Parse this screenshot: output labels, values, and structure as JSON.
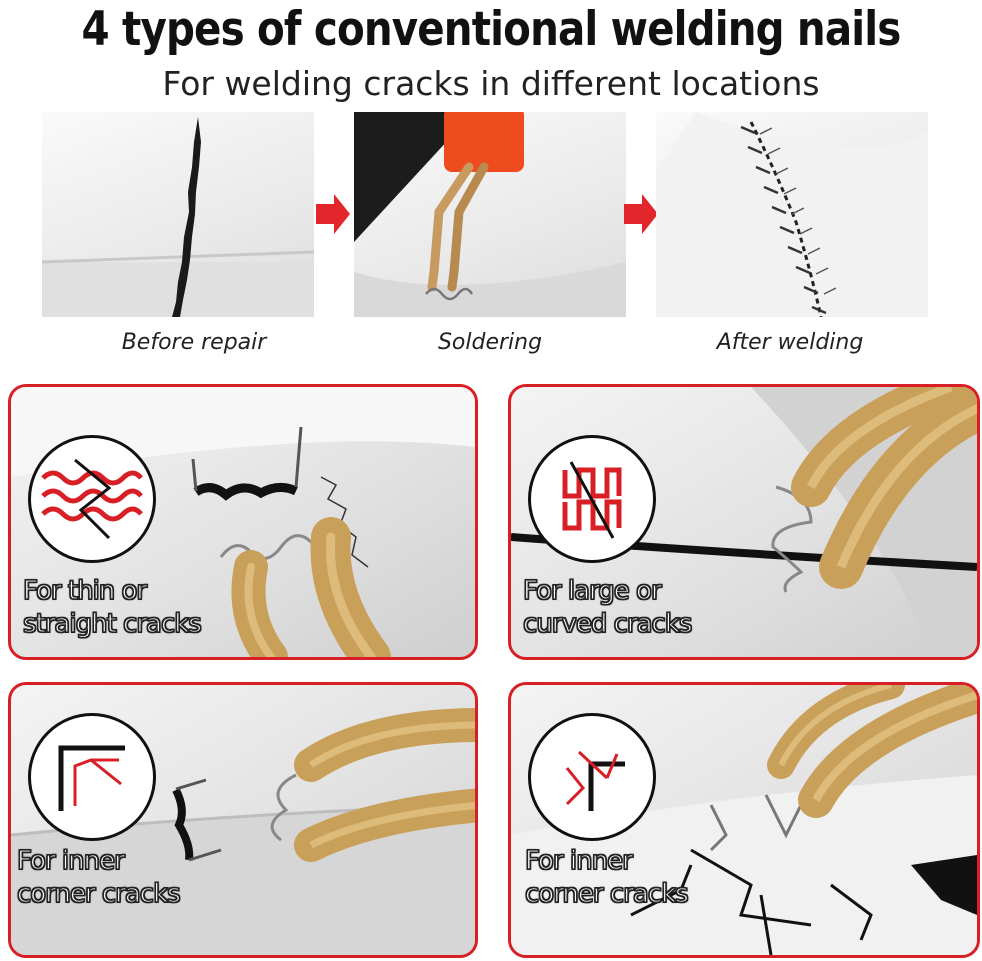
{
  "header": {
    "title": "4 types of conventional welding nails",
    "subtitle": "For welding cracks in different locations"
  },
  "steps": [
    {
      "caption": "Before repair"
    },
    {
      "caption": "Soldering"
    },
    {
      "caption": "After welding"
    }
  ],
  "panels": [
    {
      "line1": "For thin or",
      "line2": "straight cracks",
      "icon": "wave-nail-icon"
    },
    {
      "line1": "For large or",
      "line2": "curved cracks",
      "icon": "s-nail-icon"
    },
    {
      "line1": "For inner",
      "line2": "corner cracks",
      "icon": "inner-corner-icon"
    },
    {
      "line1": "For inner",
      "line2": "corner cracks",
      "icon": "outer-corner-icon"
    }
  ],
  "colors": {
    "accent": "#d81f26",
    "arrow": "#e3262b",
    "copper": "#c9a05a"
  }
}
